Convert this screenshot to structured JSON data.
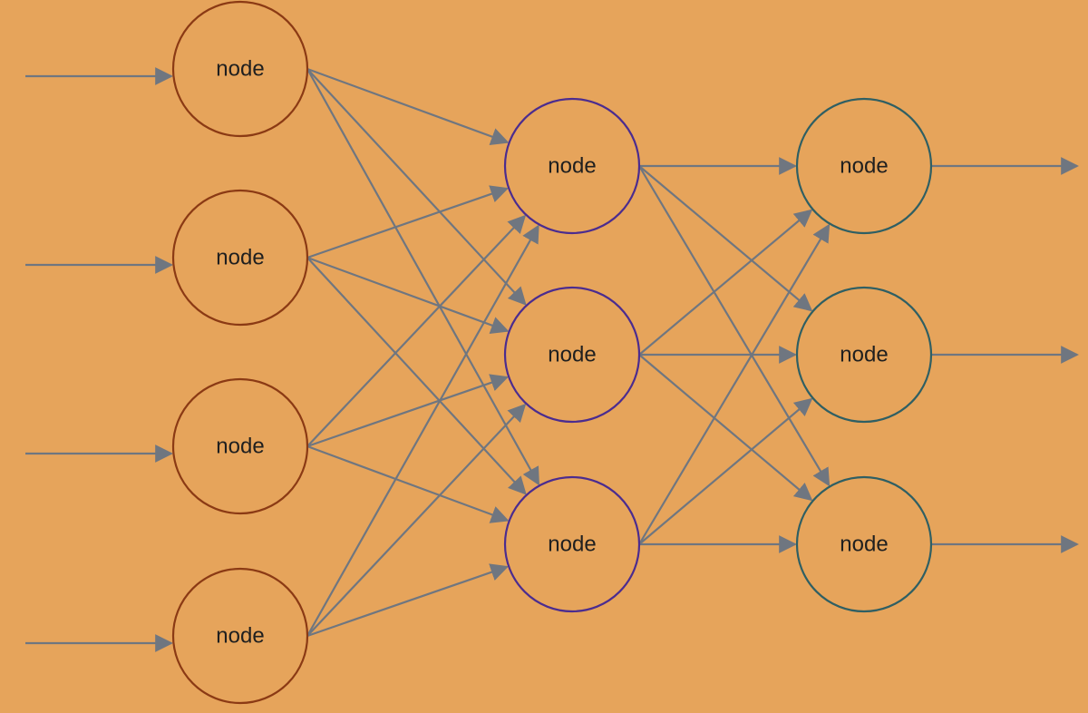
{
  "colors": {
    "background": "#E6A45B",
    "edge": "#6f7680",
    "input_layer_stroke": "#8B3A14",
    "hidden_layer_stroke": "#4B2C8F",
    "output_layer_stroke": "#2F5F63"
  },
  "layers": [
    {
      "name": "input",
      "nodes": [
        {
          "label": "node"
        },
        {
          "label": "node"
        },
        {
          "label": "node"
        },
        {
          "label": "node"
        }
      ]
    },
    {
      "name": "hidden",
      "nodes": [
        {
          "label": "node"
        },
        {
          "label": "node"
        },
        {
          "label": "node"
        }
      ]
    },
    {
      "name": "output",
      "nodes": [
        {
          "label": "node"
        },
        {
          "label": "node"
        },
        {
          "label": "node"
        }
      ]
    }
  ],
  "connections": "fully-connected",
  "inputs_arrows": 4,
  "outputs_arrows": 3
}
